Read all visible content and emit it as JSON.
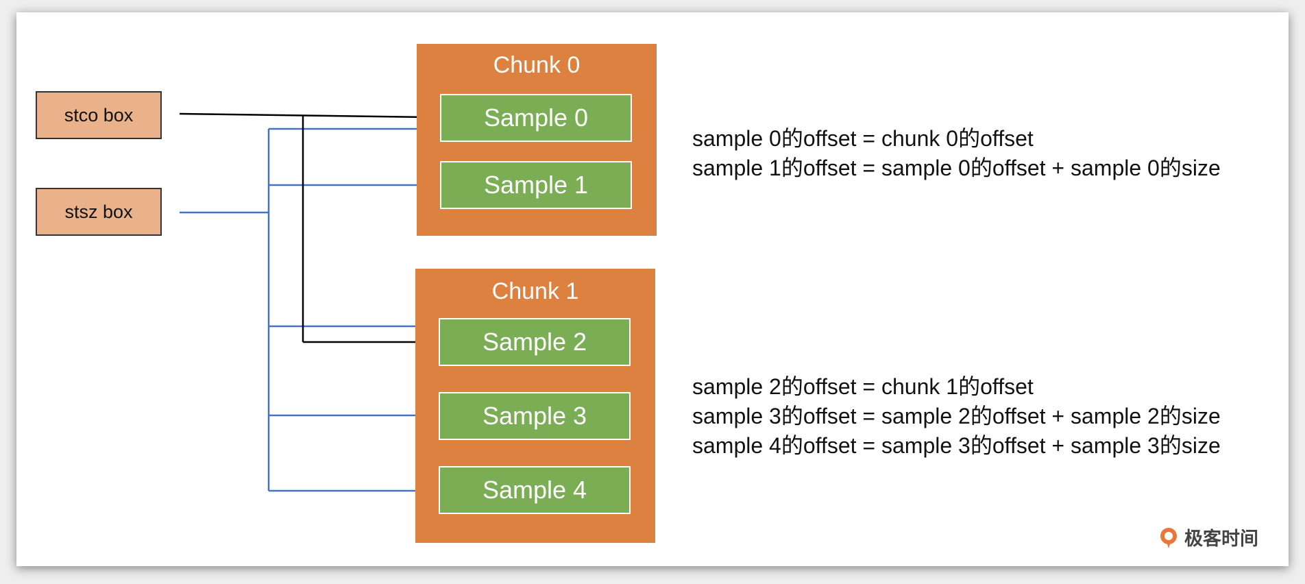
{
  "sources": {
    "stco": {
      "label": "stco box"
    },
    "stsz": {
      "label": "stsz box"
    }
  },
  "chunks": [
    {
      "title": "Chunk 0",
      "samples": [
        "Sample 0",
        "Sample 1"
      ]
    },
    {
      "title": "Chunk 1",
      "samples": [
        "Sample 2",
        "Sample 3",
        "Sample 4"
      ]
    }
  ],
  "equations": {
    "group1": [
      "sample 0的offset = chunk 0的offset",
      "sample 1的offset = sample 0的offset + sample 0的size"
    ],
    "group2": [
      "sample 2的offset = chunk 1的offset",
      "sample 3的offset = sample 2的offset + sample 2的size",
      "sample 4的offset = sample 3的offset + sample 3的size"
    ]
  },
  "brand": {
    "text": "极客时间"
  },
  "colors": {
    "chunk": "#dd8140",
    "sample": "#7aad54",
    "source_box": "#e9b28a",
    "stco_line": "#000000",
    "stsz_line": "#4472c4"
  },
  "icons": {
    "brand_logo": "geektime-logo-icon"
  }
}
